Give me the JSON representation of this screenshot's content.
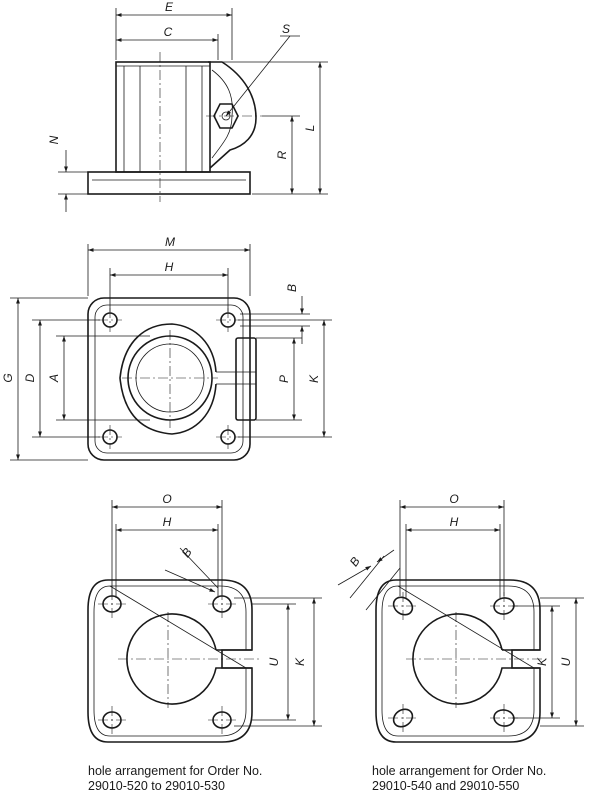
{
  "labels": {
    "E": "E",
    "C": "C",
    "S": "S",
    "L": "L",
    "R": "R",
    "N": "N",
    "M": "M",
    "H": "H",
    "B": "B",
    "G": "G",
    "D": "D",
    "A": "A",
    "P": "P",
    "K": "K",
    "O": "O",
    "U": "U"
  },
  "captions": {
    "left": {
      "line1": "hole arrangement for Order No.",
      "line2": "29010-520 to 29010-530"
    },
    "right": {
      "line1": "hole arrangement for Order No.",
      "line2": "29010-540 and 29010-550"
    }
  }
}
